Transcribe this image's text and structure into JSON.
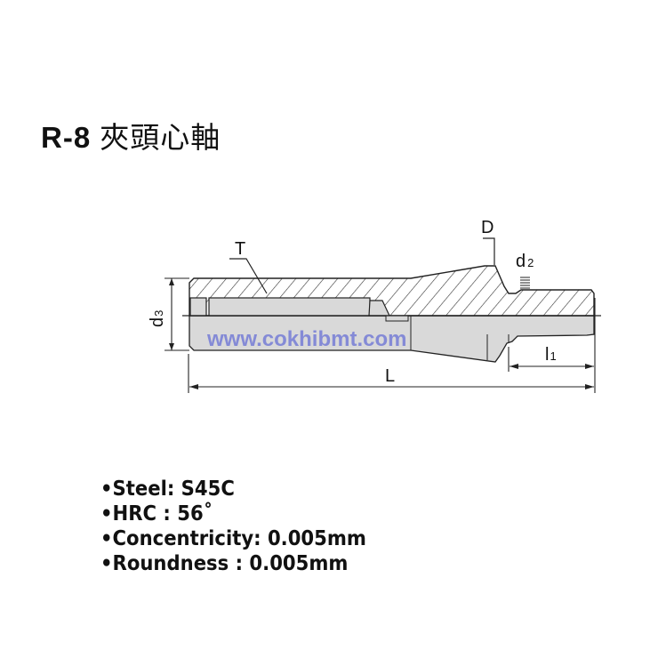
{
  "title": {
    "model": "R-8",
    "name": "夾頭心軸"
  },
  "diagram": {
    "labels": {
      "T": "T",
      "D": "D",
      "d2": "d",
      "d2_sub": "2",
      "d3": "d",
      "d3_sub": "3",
      "L": "L",
      "l1": "l",
      "l1_sub": "1"
    },
    "watermark": "www.cokhibmt.com",
    "colors": {
      "hatch": "#333333",
      "section_fill": "#d9d9d9",
      "watermark": "#7b82d6"
    }
  },
  "specs": [
    "•Steel: S45C",
    "•HRC : 56˚",
    "•Concentricity: 0.005mm",
    "•Roundness : 0.005mm"
  ]
}
